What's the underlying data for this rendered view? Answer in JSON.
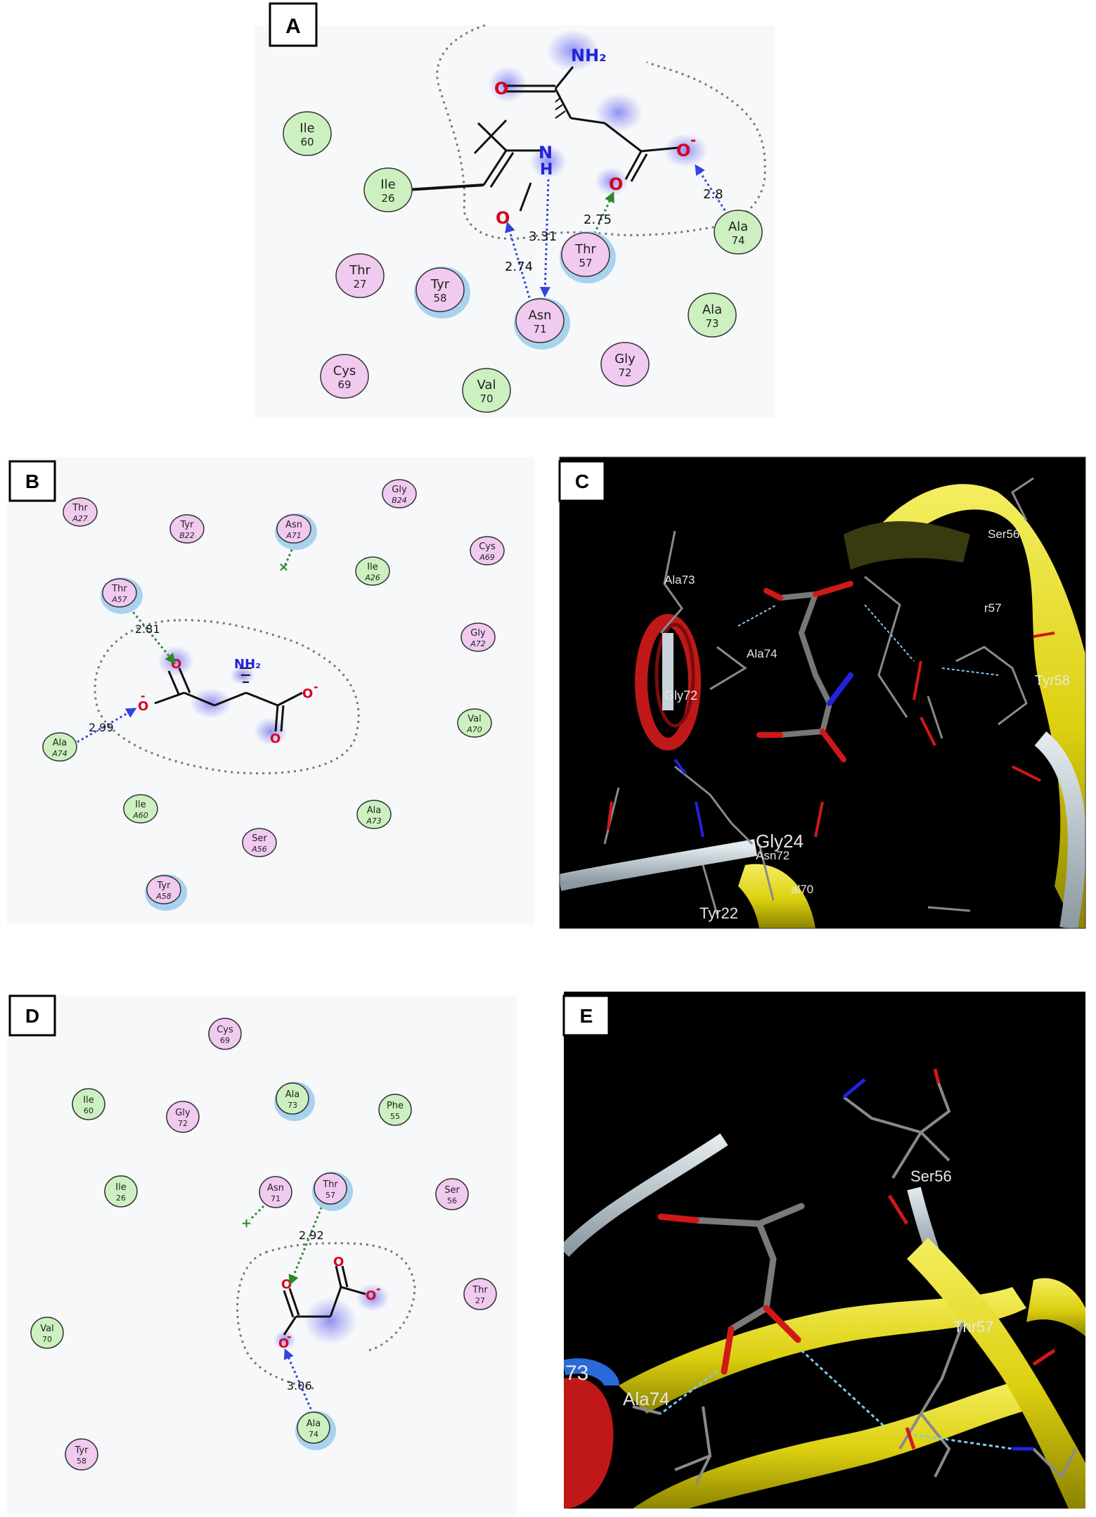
{
  "panels": {
    "A": {
      "letter": "A",
      "residues": [
        {
          "name": "Ile",
          "num": "60",
          "color": "green"
        },
        {
          "name": "Ile",
          "num": "26",
          "color": "green"
        },
        {
          "name": "Thr",
          "num": "27",
          "color": "pink"
        },
        {
          "name": "Tyr",
          "num": "58",
          "color": "pink",
          "halo": true
        },
        {
          "name": "Thr",
          "num": "57",
          "color": "pink",
          "halo": true
        },
        {
          "name": "Asn",
          "num": "71",
          "color": "pink",
          "halo": true
        },
        {
          "name": "Ala",
          "num": "74",
          "color": "green"
        },
        {
          "name": "Ala",
          "num": "73",
          "color": "green"
        },
        {
          "name": "Gly",
          "num": "72",
          "color": "pink"
        },
        {
          "name": "Cys",
          "num": "69",
          "color": "pink"
        },
        {
          "name": "Val",
          "num": "70",
          "color": "green"
        }
      ],
      "distances": [
        "3.31",
        "2.75",
        "2.8",
        "2.74"
      ],
      "atoms": {
        "nh2": "NH₂",
        "o1": "O",
        "n": "N",
        "h": "H",
        "o2": "O",
        "o3": "O",
        "ominus": "O",
        "minus": "-"
      }
    },
    "B": {
      "letter": "B",
      "residues": [
        {
          "name": "Thr",
          "num": "A27",
          "color": "pink"
        },
        {
          "name": "Tyr",
          "num": "B22",
          "color": "pink"
        },
        {
          "name": "Asn",
          "num": "A71",
          "color": "pink",
          "halo": true
        },
        {
          "name": "Gly",
          "num": "B24",
          "color": "pink"
        },
        {
          "name": "Cys",
          "num": "A69",
          "color": "pink"
        },
        {
          "name": "Ile",
          "num": "A26",
          "color": "green"
        },
        {
          "name": "Thr",
          "num": "A57",
          "color": "pink",
          "halo": true
        },
        {
          "name": "Gly",
          "num": "A72",
          "color": "pink"
        },
        {
          "name": "Val",
          "num": "A70",
          "color": "green"
        },
        {
          "name": "Ala",
          "num": "A74",
          "color": "green"
        },
        {
          "name": "Ile",
          "num": "A60",
          "color": "green"
        },
        {
          "name": "Ala",
          "num": "A73",
          "color": "green"
        },
        {
          "name": "Ser",
          "num": "A56",
          "color": "pink"
        },
        {
          "name": "Tyr",
          "num": "A58",
          "color": "pink",
          "halo": true
        }
      ],
      "distances": [
        "2.81",
        "2.99"
      ],
      "atoms": {
        "nh2": "NH₂",
        "o1": "O",
        "o2": "O",
        "o3": "O",
        "o4": "O",
        "minus": "-"
      }
    },
    "C": {
      "letter": "C",
      "labels": [
        "Ser56",
        "Ala73",
        "r57",
        "Ala74",
        "Tyr58",
        "Gly72",
        "Gly24",
        "Asn72",
        "al70",
        "Tyr22"
      ]
    },
    "D": {
      "letter": "D",
      "residues": [
        {
          "name": "Cys",
          "num": "69",
          "color": "pink"
        },
        {
          "name": "Ile",
          "num": "60",
          "color": "green"
        },
        {
          "name": "Gly",
          "num": "72",
          "color": "pink"
        },
        {
          "name": "Ala",
          "num": "73",
          "color": "green",
          "halo": true
        },
        {
          "name": "Phe",
          "num": "55",
          "color": "green"
        },
        {
          "name": "Ile",
          "num": "26",
          "color": "green"
        },
        {
          "name": "Asn",
          "num": "71",
          "color": "pink"
        },
        {
          "name": "Thr",
          "num": "57",
          "color": "pink",
          "halo": true
        },
        {
          "name": "Ser",
          "num": "56",
          "color": "pink"
        },
        {
          "name": "Thr",
          "num": "27",
          "color": "pink"
        },
        {
          "name": "Val",
          "num": "70",
          "color": "green"
        },
        {
          "name": "Ala",
          "num": "74",
          "color": "green",
          "halo": true
        },
        {
          "name": "Tyr",
          "num": "58",
          "color": "pink"
        }
      ],
      "distances": [
        "2.92",
        "3.06"
      ],
      "atoms": {
        "o1": "O",
        "o2": "O",
        "o3": "O",
        "o4": "O",
        "minus": "-"
      }
    },
    "E": {
      "letter": "E",
      "labels": [
        "Ser56",
        "Thr57",
        "73",
        "Ala74"
      ]
    }
  },
  "colors": {
    "green_fill": "#cdf0c0",
    "pink_fill": "#f1caf0",
    "halo": "#a9d2ee",
    "bg_2d": "#f6f8fa",
    "oxygen": "#d8001e",
    "nitrogen": "#2222dd",
    "hbond_blue": "#3344dd",
    "hbond_green": "#2a8a2a",
    "helix_red": "#c01818",
    "sheet_yellow": "#e6dc18",
    "coil_gray": "#b8c4cc"
  }
}
